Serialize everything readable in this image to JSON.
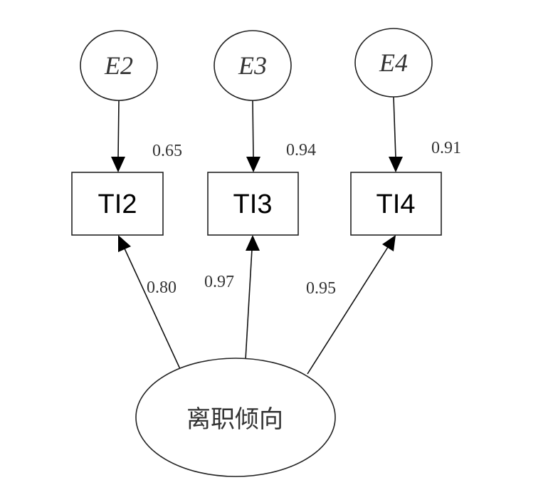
{
  "diagram": {
    "type": "structural-equation-model",
    "latent": {
      "id": "latent",
      "label": "离职倾向"
    },
    "errors": [
      {
        "id": "E2",
        "label": "E2"
      },
      {
        "id": "E3",
        "label": "E3"
      },
      {
        "id": "E4",
        "label": "E4"
      }
    ],
    "indicators": [
      {
        "id": "TI2",
        "label": "TI2"
      },
      {
        "id": "TI3",
        "label": "TI3"
      },
      {
        "id": "TI4",
        "label": "TI4"
      }
    ],
    "error_paths": [
      {
        "from": "E2",
        "to": "TI2",
        "value": "0.65"
      },
      {
        "from": "E3",
        "to": "TI3",
        "value": "0.94"
      },
      {
        "from": "E4",
        "to": "TI4",
        "value": "0.91"
      }
    ],
    "loading_paths": [
      {
        "from": "latent",
        "to": "TI2",
        "value": "0.80"
      },
      {
        "from": "latent",
        "to": "TI3",
        "value": "0.97"
      },
      {
        "from": "latent",
        "to": "TI4",
        "value": "0.95"
      }
    ]
  }
}
